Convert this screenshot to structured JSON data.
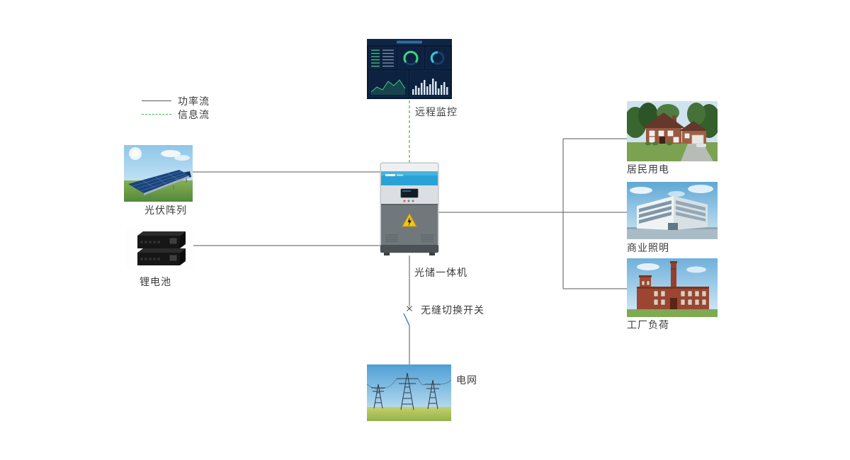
{
  "legend": {
    "items": [
      {
        "label": "功率流",
        "style": "solid",
        "color": "#55585a"
      },
      {
        "label": "信息流",
        "style": "dashed",
        "color": "#3bb54a"
      }
    ]
  },
  "nodes": {
    "monitoring": {
      "label": "远程监控"
    },
    "pv_array": {
      "label": "光伏阵列"
    },
    "battery": {
      "label": "锂电池"
    },
    "inverter": {
      "label": "光储一体机"
    },
    "transfer_switch": {
      "label": "无缝切换开关"
    },
    "grid": {
      "label": "电网"
    },
    "residential_load": {
      "label": "居民用电"
    },
    "commercial_load": {
      "label": "商业照明"
    },
    "factory_load": {
      "label": "工厂负荷"
    }
  },
  "edges": [
    {
      "from": "pv_array",
      "to": "inverter",
      "type": "power"
    },
    {
      "from": "battery",
      "to": "inverter",
      "type": "power"
    },
    {
      "from": "inverter",
      "to": "residential_load",
      "type": "power"
    },
    {
      "from": "inverter",
      "to": "commercial_load",
      "type": "power"
    },
    {
      "from": "inverter",
      "to": "factory_load",
      "type": "power"
    },
    {
      "from": "inverter",
      "to": "grid",
      "type": "power",
      "via": "transfer_switch"
    },
    {
      "from": "inverter",
      "to": "monitoring",
      "type": "info"
    }
  ]
}
